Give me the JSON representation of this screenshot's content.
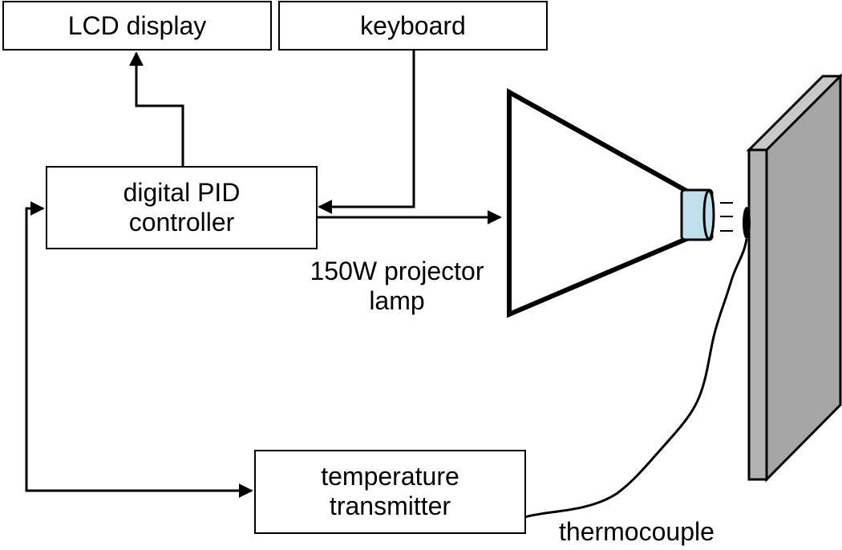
{
  "boxes": {
    "lcd_display": "LCD display",
    "keyboard": "keyboard",
    "pid_line1": "digital PID",
    "pid_line2": "controller",
    "transmitter_line1": "temperature",
    "transmitter_line2": "transmitter"
  },
  "labels": {
    "lamp_line1": "150W projector",
    "lamp_line2": "lamp",
    "thermocouple": "thermocouple"
  },
  "colors": {
    "line": "#000000",
    "panel_front": "#a6a6a6",
    "panel_side": "#c8c8c8",
    "lens": "#bfe0ea",
    "background": "#ffffff"
  }
}
